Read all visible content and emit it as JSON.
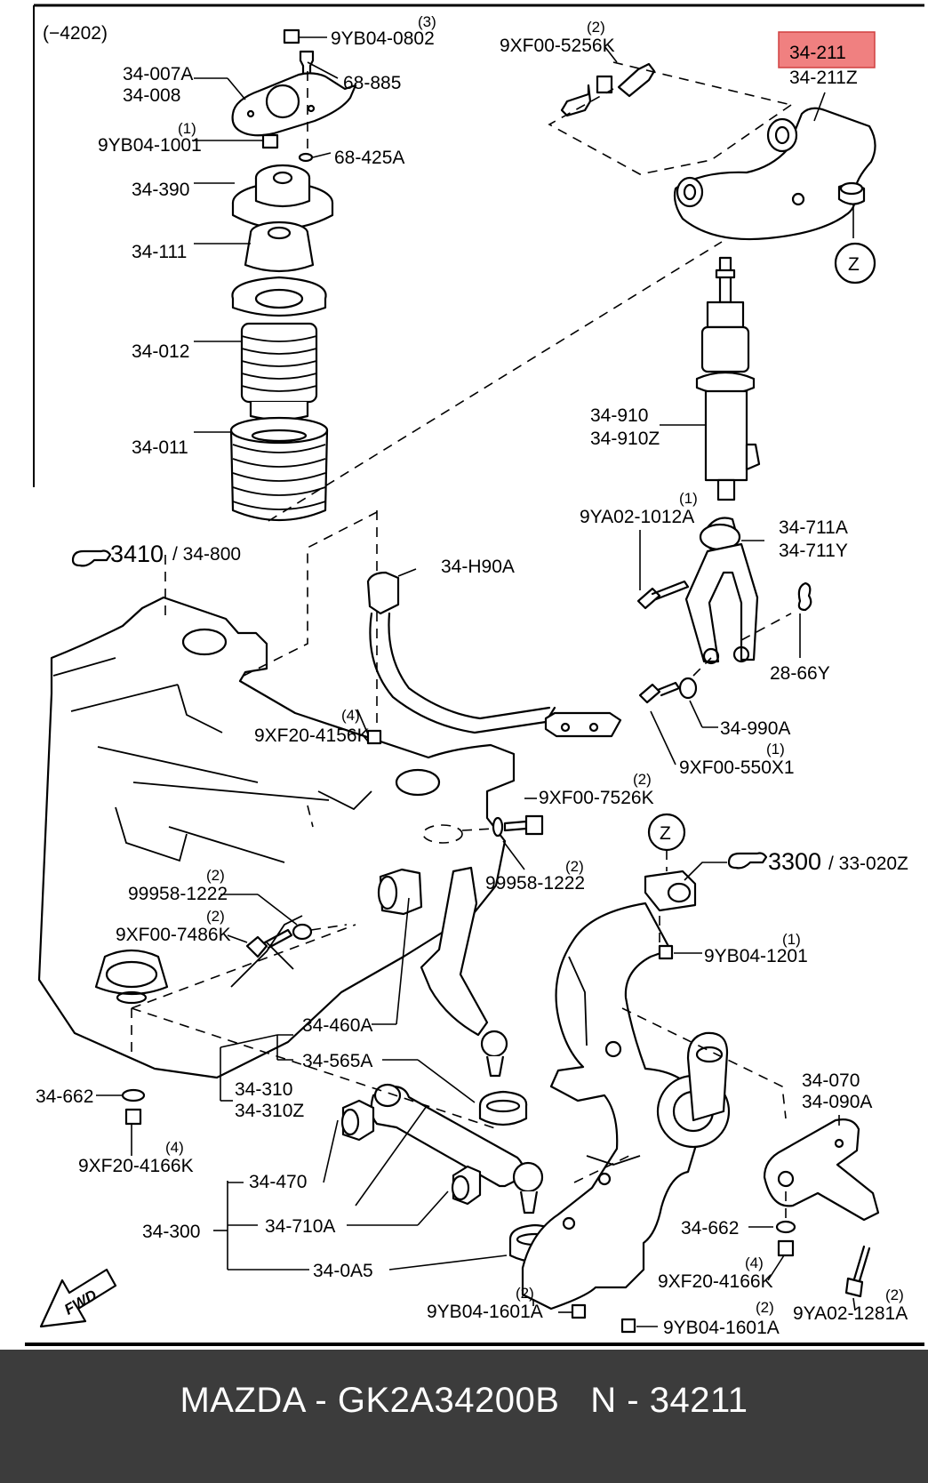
{
  "diagram": {
    "code": "(−4202)",
    "highlight_color": "#f08080",
    "labels": {
      "l_9yb04_0802_q": "(3)",
      "l_9yb04_0802": "9YB04-0802",
      "l_68_885": "68-885",
      "l_34_007a": "34-007A",
      "l_34_008": "34-008",
      "l_9yb04_1001_q": "(1)",
      "l_9yb04_1001": "9YB04-1001",
      "l_68_425a": "68-425A",
      "l_34_390": "34-390",
      "l_34_111": "34-111",
      "l_34_012": "34-012",
      "l_34_011": "34-011",
      "l_9xf00_5256k_q": "(2)",
      "l_9xf00_5256k": "9XF00-5256K",
      "l_34_211": "34-211",
      "l_34_211z": "34-211Z",
      "l_z1": "Z",
      "l_34_910": "34-910",
      "l_34_910z": "34-910Z",
      "l_9ya02_1012a_q": "(1)",
      "l_9ya02_1012a": "9YA02-1012A",
      "l_34_711a": "34-711A",
      "l_34_711y": "34-711Y",
      "l_28_66y": "28-66Y",
      "l_34_990a": "34-990A",
      "l_9xf00_550x1_q": "(1)",
      "l_9xf00_550x1": "9XF00-550X1",
      "l_ref_3410": "3410",
      "l_ref_3410_sub": "/ 34-800",
      "l_34_h90a": "34-H90A",
      "l_9xf20_4156k_q": "(4)",
      "l_9xf20_4156k": "9XF20-4156K",
      "l_9xf00_7526k_q": "(2)",
      "l_9xf00_7526k": "9XF00-7526K",
      "l_99958_1222b_q": "(2)",
      "l_99958_1222b": "99958-1222",
      "l_99958_1222a_q": "(2)",
      "l_99958_1222a": "99958-1222",
      "l_9xf00_7486k_q": "(2)",
      "l_9xf00_7486k": "9XF00-7486K",
      "l_z2": "Z",
      "l_ref_3300": "3300",
      "l_ref_3300_sub": "/ 33-020Z",
      "l_9yb04_1201_q": "(1)",
      "l_9yb04_1201": "9YB04-1201",
      "l_34_460a": "34-460A",
      "l_34_565a": "34-565A",
      "l_34_310": "34-310",
      "l_34_310z": "34-310Z",
      "l_34_662a": "34-662",
      "l_9xf20_4166ka_q": "(4)",
      "l_9xf20_4166ka": "9XF20-4166K",
      "l_34_470": "34-470",
      "l_34_300": "34-300",
      "l_34_710a": "34-710A",
      "l_34_0a5": "34-0A5",
      "l_34_070": "34-070",
      "l_34_090a": "34-090A",
      "l_34_662b": "34-662",
      "l_9xf20_4166kb_q": "(4)",
      "l_9xf20_4166kb": "9XF20-4166K",
      "l_9yb04_1601a_l_q": "(2)",
      "l_9yb04_1601a_l": "9YB04-1601A",
      "l_9yb04_1601a_r_q": "(2)",
      "l_9yb04_1601a_r": "9YB04-1601A",
      "l_9ya02_1281a_q": "(2)",
      "l_9ya02_1281a": "9YA02-1281A",
      "l_fwd": "FWD"
    }
  },
  "footer": {
    "text": "MAZDA - GK2A34200B   N - 34211"
  }
}
